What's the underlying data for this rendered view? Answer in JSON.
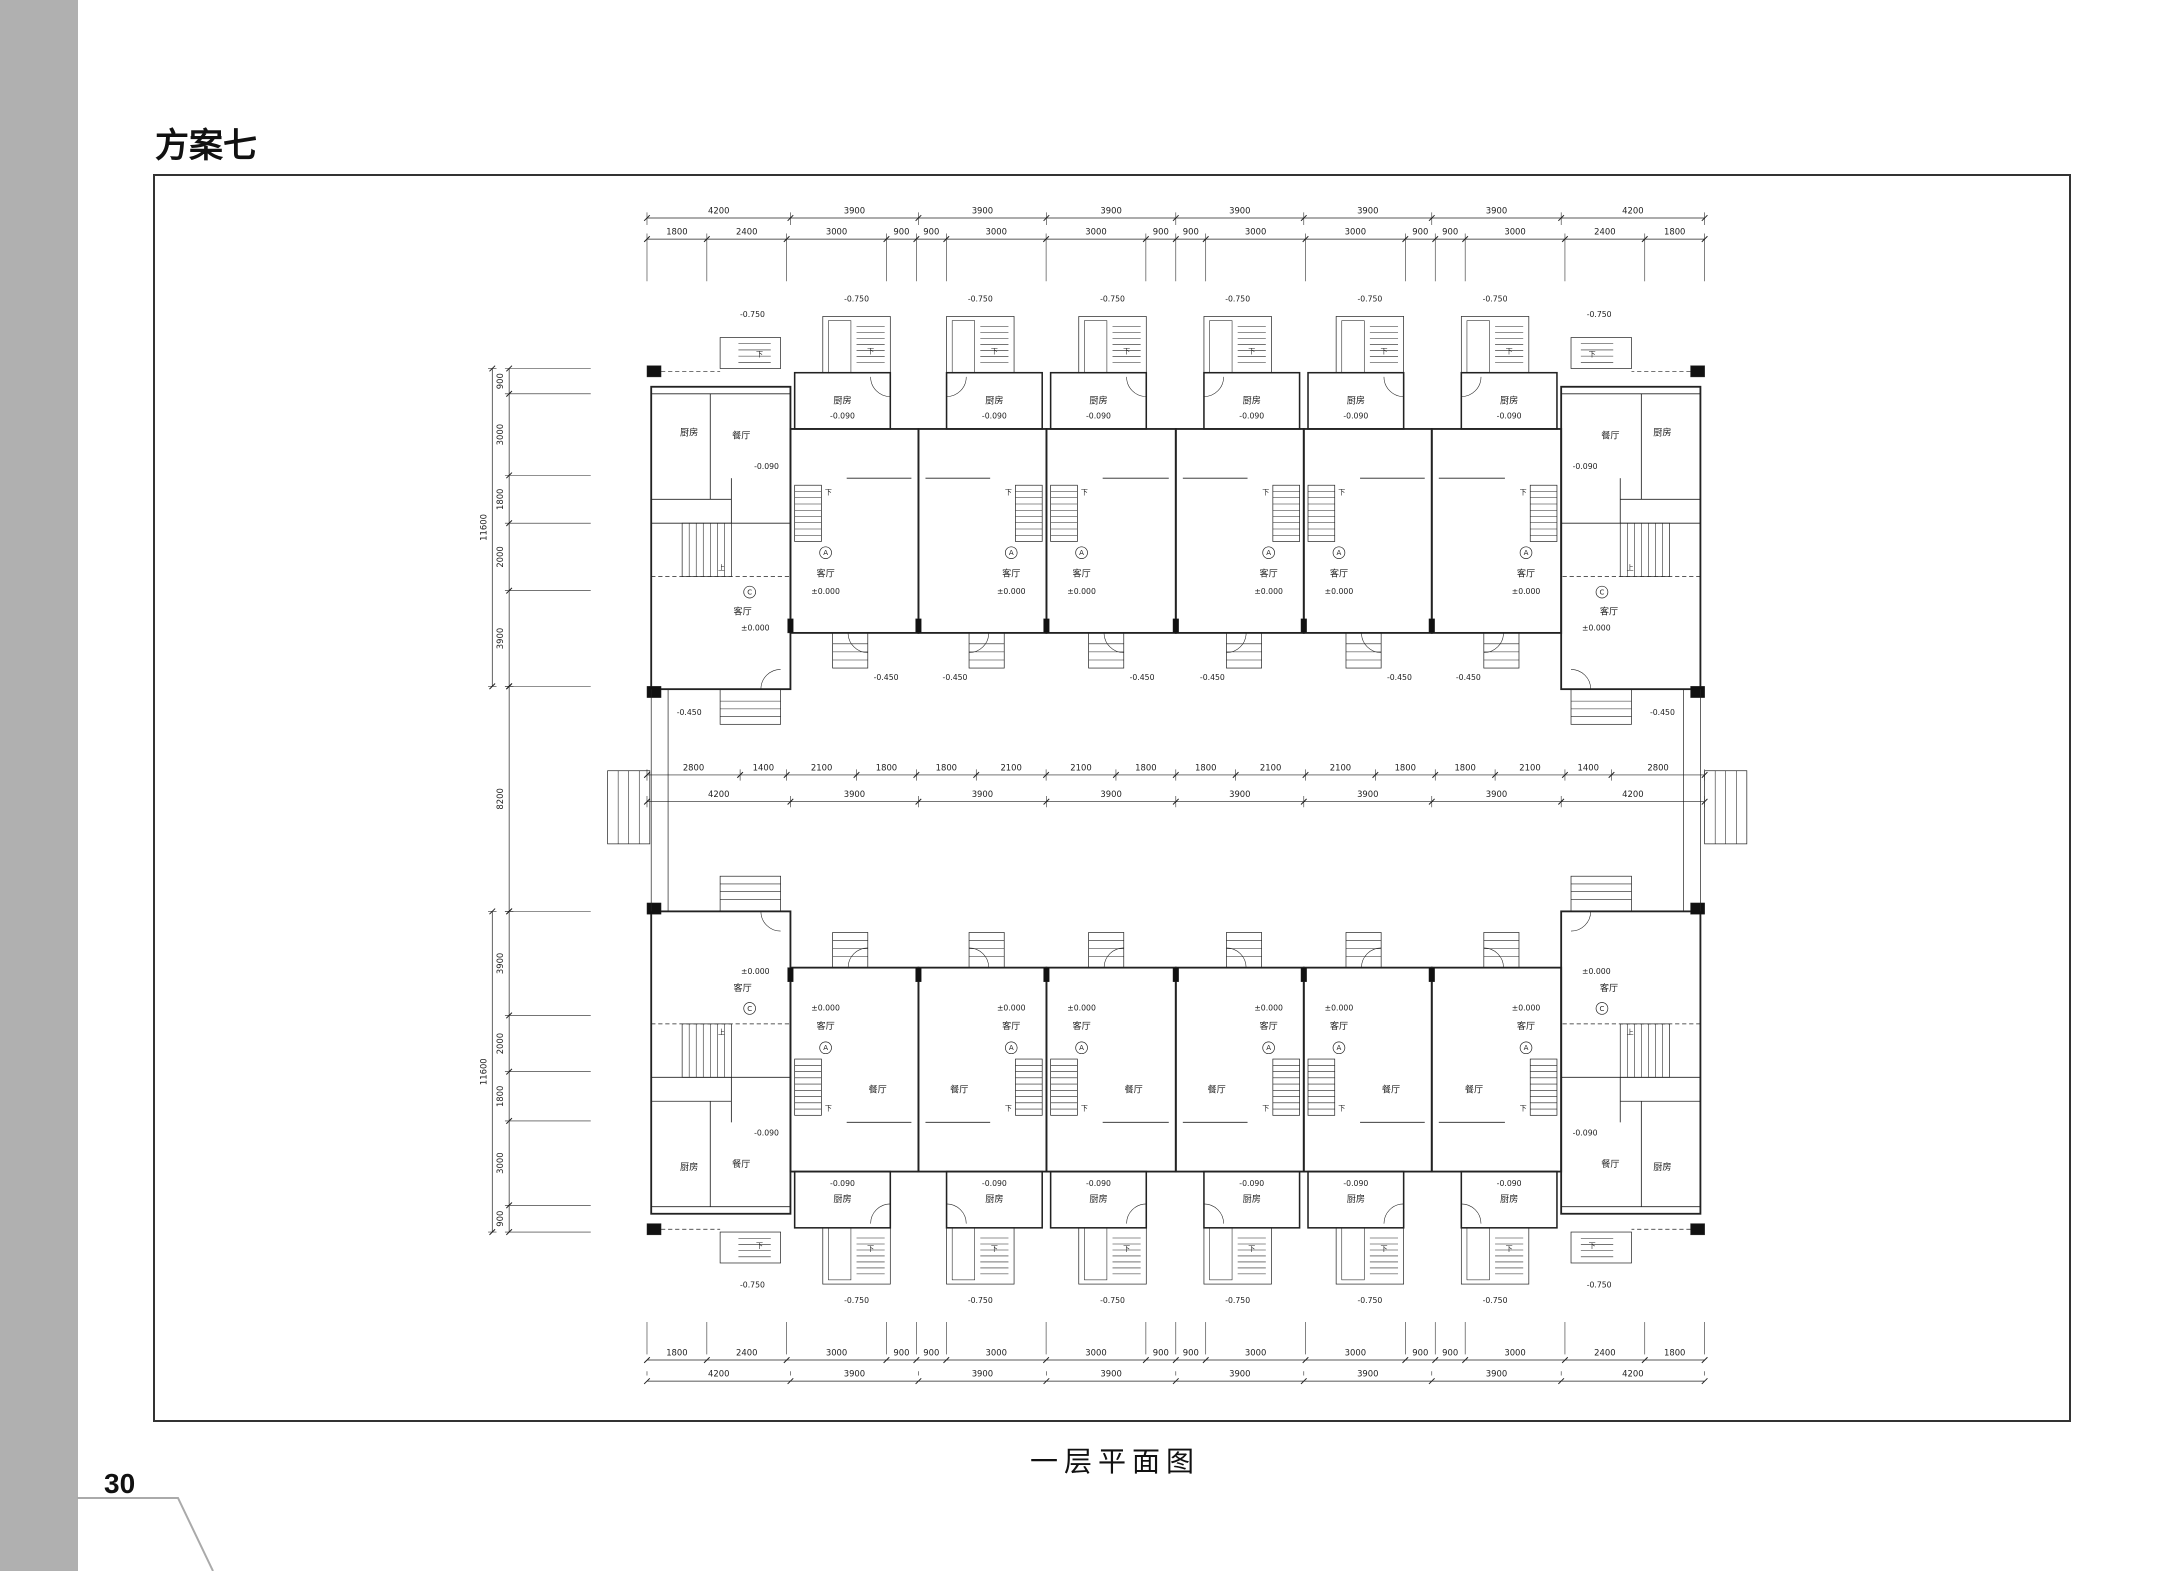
{
  "page": {
    "title": "方案七",
    "caption": "一层平面图",
    "page_number": "30",
    "sidebar_color": "#b0b0b0"
  },
  "plan": {
    "dims_top_main": [
      "4200",
      "3900",
      "3900",
      "3900",
      "3900",
      "3900",
      "3900",
      "4200"
    ],
    "dims_top_sub": [
      "1800",
      "2400",
      "3000",
      "900",
      "900",
      "3000",
      "3000",
      "900",
      "900",
      "3000",
      "3000",
      "900",
      "900",
      "3000",
      "2400",
      "1800"
    ],
    "dims_mid_sub": [
      "2800",
      "1400",
      "2100",
      "1800",
      "1800",
      "2100",
      "2100",
      "1800",
      "1800",
      "2100",
      "2100",
      "1800",
      "1800",
      "2100",
      "1400",
      "2800"
    ],
    "dims_mid_main": [
      "4200",
      "3900",
      "3900",
      "3900",
      "3900",
      "3900",
      "3900",
      "4200"
    ],
    "dims_bottom_sub": [
      "1800",
      "2400",
      "3000",
      "900",
      "900",
      "3000",
      "3000",
      "900",
      "900",
      "3000",
      "3000",
      "900",
      "900",
      "3000",
      "2400",
      "1800"
    ],
    "dims_bottom_main": [
      "4200",
      "3900",
      "3900",
      "3900",
      "3900",
      "3900",
      "3900",
      "4200"
    ],
    "dims_left_top_total": "11600",
    "dims_left_top": [
      "900",
      "3000",
      "1800",
      "2000",
      "3900"
    ],
    "dims_left_middle": "8200",
    "dims_left_bottom_total": "11600",
    "dims_left_bottom": [
      "3900",
      "2000",
      "1800",
      "3000",
      "900"
    ],
    "up_label": "上",
    "down_label": "下",
    "top_units": [
      {
        "kitchen": "厨房",
        "dining": "餐厅",
        "axis": "C",
        "living": "客厅",
        "floor": "±0.000",
        "kitchen_elev": "-0.090",
        "step_elev": "-0.750",
        "porch_elev": "-0.450"
      },
      {
        "kitchen": "厨房",
        "kitchen_elev": "-0.090",
        "axis": "A",
        "living": "客厅",
        "floor": "±0.000",
        "step_elev": "-0.750",
        "porch_elev": "-0.450"
      },
      {
        "kitchen": "厨房",
        "kitchen_elev": "-0.090",
        "axis": "A",
        "living": "客厅",
        "floor": "±0.000",
        "step_elev": "-0.750",
        "porch_elev": "-0.450"
      },
      {
        "kitchen": "厨房",
        "kitchen_elev": "-0.090",
        "axis": "A",
        "living": "客厅",
        "floor": "±0.000",
        "step_elev": "-0.750",
        "porch_elev": "-0.450"
      },
      {
        "kitchen": "厨房",
        "kitchen_elev": "-0.090",
        "axis": "A",
        "living": "客厅",
        "floor": "±0.000",
        "step_elev": "-0.750",
        "porch_elev": "-0.450"
      },
      {
        "kitchen": "厨房",
        "kitchen_elev": "-0.090",
        "axis": "A",
        "living": "客厅",
        "floor": "±0.000",
        "step_elev": "-0.750",
        "porch_elev": "-0.450"
      },
      {
        "kitchen": "厨房",
        "kitchen_elev": "-0.090",
        "axis": "A",
        "living": "客厅",
        "floor": "±0.000",
        "step_elev": "-0.750",
        "porch_elev": "-0.450"
      },
      {
        "kitchen": "厨房",
        "dining": "餐厅",
        "axis": "C",
        "living": "客厅",
        "floor": "±0.000",
        "kitchen_elev": "-0.090",
        "step_elev": "-0.750",
        "porch_elev": "-0.450"
      }
    ],
    "bottom_units": [
      {
        "kitchen": "厨房",
        "dining": "餐厅",
        "axis": "C",
        "living": "客厅",
        "floor": "±0.000",
        "kitchen_elev": "-0.090",
        "step_elev": "-0.750"
      },
      {
        "kitchen": "厨房",
        "kitchen_elev": "-0.090",
        "axis": "A",
        "living": "客厅",
        "floor": "±0.000",
        "dining": "餐厅",
        "step_elev": "-0.750"
      },
      {
        "kitchen": "厨房",
        "kitchen_elev": "-0.090",
        "axis": "A",
        "living": "客厅",
        "floor": "±0.000",
        "dining": "餐厅",
        "step_elev": "-0.750"
      },
      {
        "kitchen": "厨房",
        "kitchen_elev": "-0.090",
        "axis": "A",
        "living": "客厅",
        "floor": "±0.000",
        "dining": "餐厅",
        "step_elev": "-0.750"
      },
      {
        "kitchen": "厨房",
        "kitchen_elev": "-0.090",
        "axis": "A",
        "living": "客厅",
        "floor": "±0.000",
        "dining": "餐厅",
        "step_elev": "-0.750"
      },
      {
        "kitchen": "厨房",
        "kitchen_elev": "-0.090",
        "axis": "A",
        "living": "客厅",
        "floor": "±0.000",
        "dining": "餐厅",
        "step_elev": "-0.750"
      },
      {
        "kitchen": "厨房",
        "kitchen_elev": "-0.090",
        "axis": "A",
        "living": "客厅",
        "floor": "±0.000",
        "dining": "餐厅",
        "step_elev": "-0.750"
      },
      {
        "kitchen": "厨房",
        "dining": "餐厅",
        "axis": "C",
        "living": "客厅",
        "floor": "±0.000",
        "kitchen_elev": "-0.090",
        "step_elev": "-0.750"
      }
    ]
  }
}
